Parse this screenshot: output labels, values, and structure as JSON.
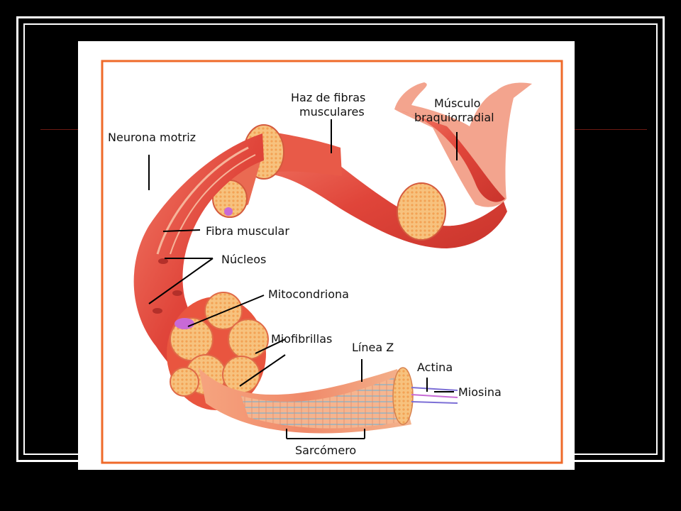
{
  "slide": {
    "frame_color": "#ffffff",
    "background": "#000000",
    "accent_line_color": "#6b1a12"
  },
  "diagram": {
    "border_color": "#ef6a2a",
    "muscle_color": "#e8493f",
    "labels": {
      "neurona": "Neurona motriz",
      "haz_1": "Haz de fibras",
      "haz_2": "musculares",
      "musculo_1": "Músculo",
      "musculo_2": "braquiorradial",
      "fibra": "Fibra muscular",
      "nucleos": "Núcleos",
      "mitocondriona": "Mitocondriona",
      "miofibrillas": "Miofibrillas",
      "linea_z": "Línea Z",
      "actina": "Actina",
      "miosina": "Miosina",
      "sarcomero": "Sarcómero"
    }
  }
}
